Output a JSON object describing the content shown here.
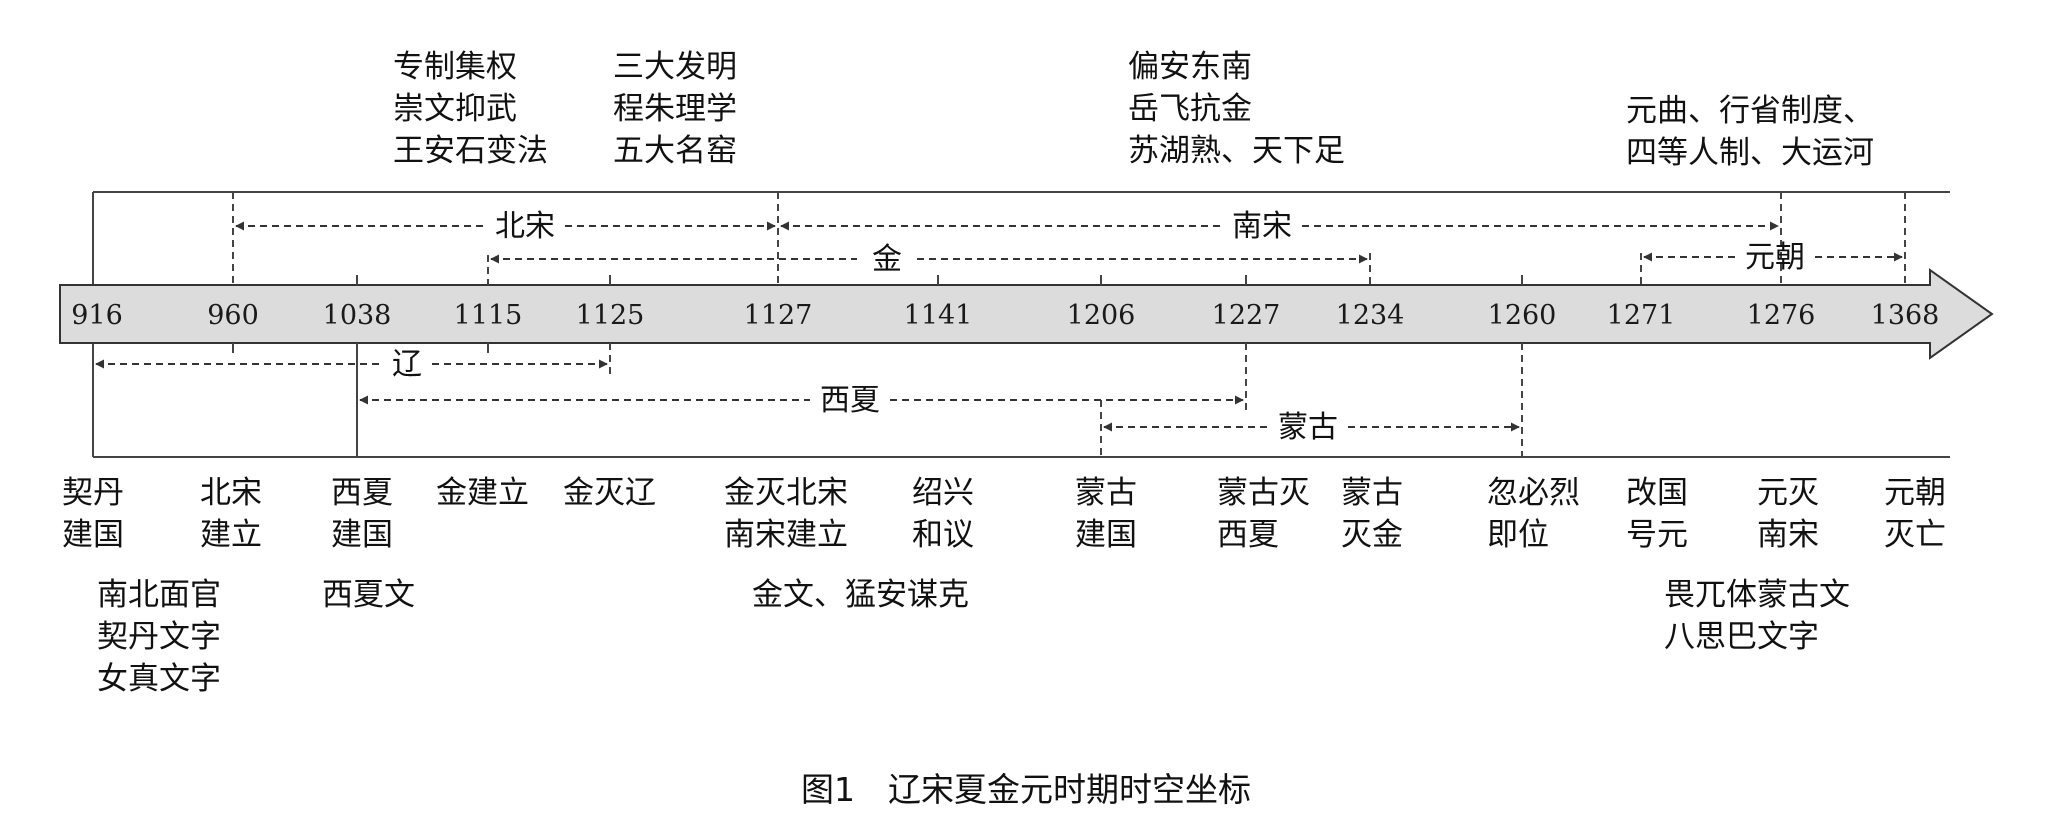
{
  "years": [
    "916",
    "960",
    "1038",
    "1115",
    "1125",
    "1127",
    "1141",
    "1206",
    "1227",
    "1234",
    "1260",
    "1271",
    "1276",
    "1368"
  ],
  "periods": {
    "bei_song": "北宋",
    "nan_song": "南宋",
    "jin": "金",
    "yuan": "元朝",
    "liao": "辽",
    "xi_xia": "西夏",
    "menggu": "蒙古"
  },
  "top_notes": {
    "bei_song_col1": [
      "专制集权",
      "崇文抑武",
      "王安石变法"
    ],
    "bei_song_col2": [
      "三大发明",
      "程朱理学",
      "五大名窑"
    ],
    "nan_song": [
      "偏安东南",
      "岳飞抗金",
      "苏湖熟、天下足"
    ],
    "yuan": [
      "元曲、行省制度、",
      "四等人制、大运河"
    ]
  },
  "events": {
    "e916": [
      "契丹",
      "建国"
    ],
    "e960": [
      "北宋",
      "建立"
    ],
    "e1038": [
      "西夏",
      "建国"
    ],
    "e1115": [
      "金建立"
    ],
    "e1125": [
      "金灭辽"
    ],
    "e1127": [
      "金灭北宋",
      "南宋建立"
    ],
    "e1141": [
      "绍兴",
      "和议"
    ],
    "e1206": [
      "蒙古",
      "建国"
    ],
    "e1227": [
      "蒙古灭",
      "西夏"
    ],
    "e1234": [
      "蒙古",
      "灭金"
    ],
    "e1260": [
      "忽必烈",
      "即位"
    ],
    "e1271": [
      "改国",
      "号元"
    ],
    "e1276": [
      "元灭",
      "南宋"
    ],
    "e1368": [
      "元朝",
      "灭亡"
    ]
  },
  "bottom_notes": {
    "liao": [
      "南北面官",
      "契丹文字",
      "女真文字"
    ],
    "xi_xia": [
      "西夏文"
    ],
    "jin": [
      "金文、猛安谋克"
    ],
    "yuan": [
      "畏兀体蒙古文",
      "八思巴文字"
    ]
  },
  "caption": "图1　辽宋夏金元时期时空坐标"
}
